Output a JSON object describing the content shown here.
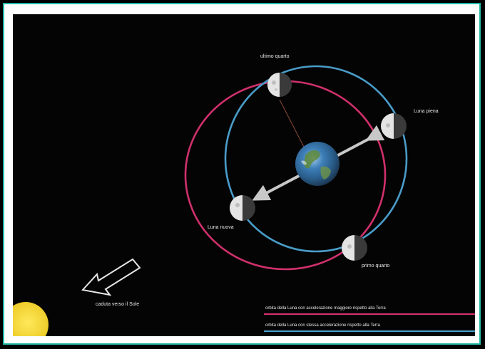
{
  "labels": {
    "last_quarter": "ultimo quarto",
    "full_moon": "Luna piena",
    "new_moon": "Luna nuova",
    "first_quarter": "primo quarto",
    "sun_fall": "caduta verso il Sole"
  },
  "legend": {
    "greater_accel": "orbita della Luna con accelerazione maggiore rispetto alla Terra",
    "same_accel": "orbita della Luna con stessa accelerazione rispetto alla Terra"
  },
  "colors": {
    "frame_border": "#20b8a6",
    "orbit_greater": "#d0306c",
    "orbit_same": "#4a9cc8",
    "sun": "#f2d22a",
    "arrow": "#c8c8c8"
  }
}
